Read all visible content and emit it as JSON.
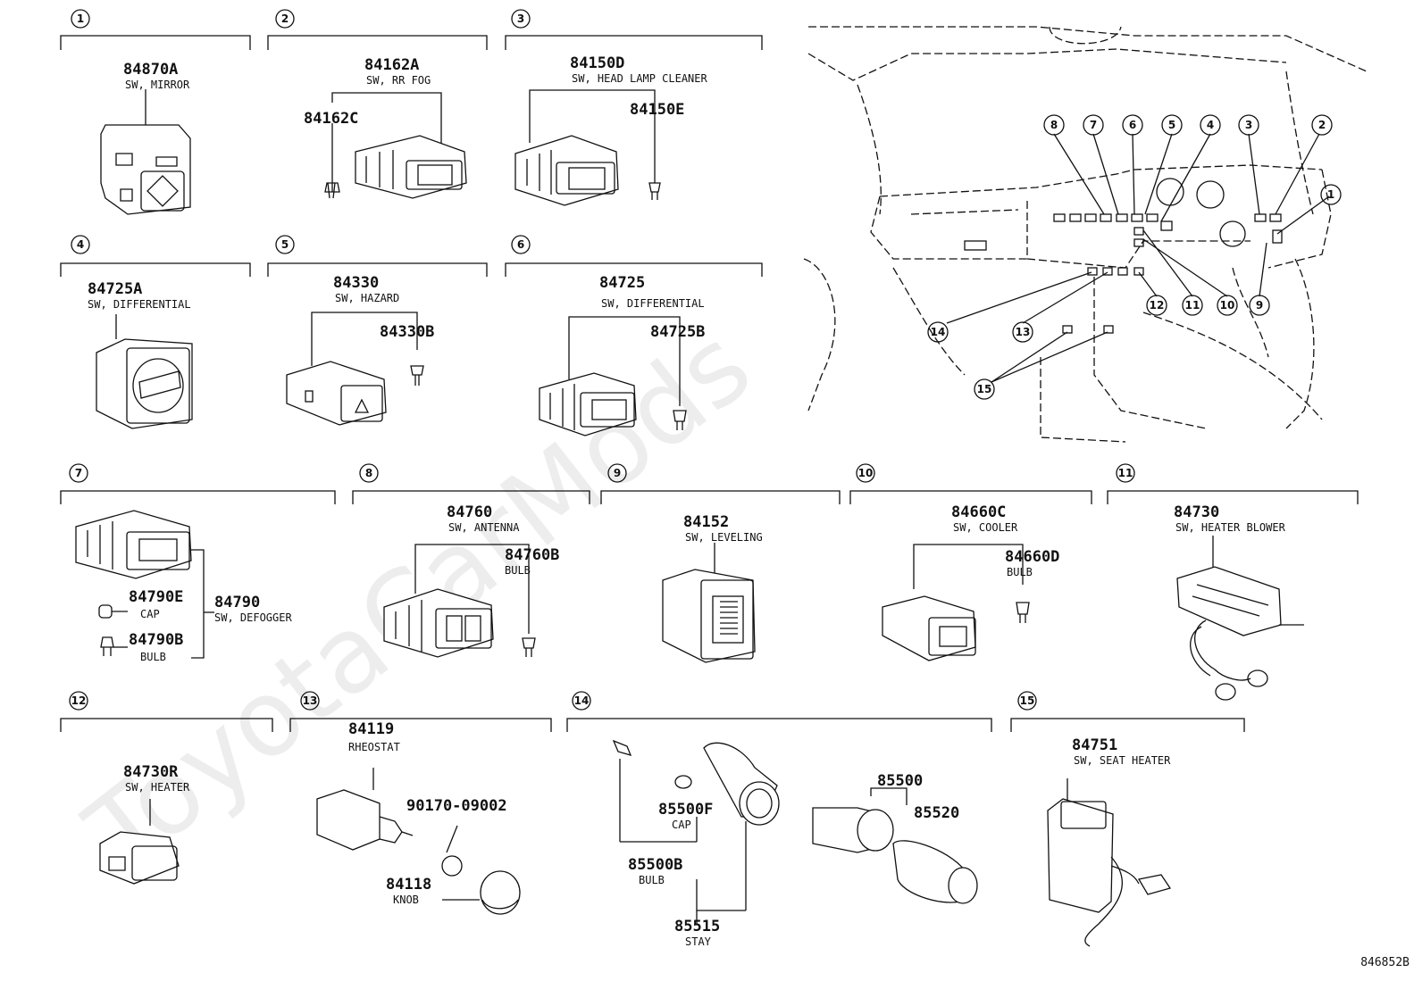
{
  "diagram_code": "846852B",
  "watermark": "ToyotaCarMods",
  "sections": [
    {
      "num": "1",
      "parts": [
        {
          "pn": "84870A",
          "desc": "SW, MIRROR"
        }
      ]
    },
    {
      "num": "2",
      "parts": [
        {
          "pn": "84162A",
          "desc": "SW, RR FOG"
        },
        {
          "pn": "84162C",
          "desc": ""
        }
      ]
    },
    {
      "num": "3",
      "parts": [
        {
          "pn": "84150D",
          "desc": "SW, HEAD LAMP CLEANER"
        },
        {
          "pn": "84150E",
          "desc": ""
        }
      ]
    },
    {
      "num": "4",
      "parts": [
        {
          "pn": "84725A",
          "desc": "SW, DIFFERENTIAL"
        }
      ]
    },
    {
      "num": "5",
      "parts": [
        {
          "pn": "84330",
          "desc": "SW, HAZARD"
        },
        {
          "pn": "84330B",
          "desc": ""
        }
      ]
    },
    {
      "num": "6",
      "parts": [
        {
          "pn": "84725",
          "desc": "SW, DIFFERENTIAL"
        },
        {
          "pn": "84725B",
          "desc": ""
        }
      ]
    },
    {
      "num": "7",
      "parts": [
        {
          "pn": "84790E",
          "desc": "CAP"
        },
        {
          "pn": "84790",
          "desc": "SW, DEFOGGER"
        },
        {
          "pn": "84790B",
          "desc": "BULB"
        }
      ]
    },
    {
      "num": "8",
      "parts": [
        {
          "pn": "84760",
          "desc": "SW, ANTENNA"
        },
        {
          "pn": "84760B",
          "desc": "BULB"
        }
      ]
    },
    {
      "num": "9",
      "parts": [
        {
          "pn": "84152",
          "desc": "SW, LEVELING"
        }
      ]
    },
    {
      "num": "10",
      "parts": [
        {
          "pn": "84660C",
          "desc": "SW, COOLER"
        },
        {
          "pn": "84660D",
          "desc": "BULB"
        }
      ]
    },
    {
      "num": "11",
      "parts": [
        {
          "pn": "84730",
          "desc": "SW, HEATER BLOWER"
        }
      ]
    },
    {
      "num": "12",
      "parts": [
        {
          "pn": "84730R",
          "desc": "SW, HEATER"
        }
      ]
    },
    {
      "num": "13",
      "parts": [
        {
          "pn": "84119",
          "desc": "RHEOSTAT"
        },
        {
          "pn": "90170-09002",
          "desc": ""
        },
        {
          "pn": "84118",
          "desc": "KNOB"
        }
      ]
    },
    {
      "num": "14",
      "parts": [
        {
          "pn": "85500F",
          "desc": "CAP"
        },
        {
          "pn": "85500B",
          "desc": "BULB"
        },
        {
          "pn": "85515",
          "desc": "STAY"
        },
        {
          "pn": "85500",
          "desc": ""
        },
        {
          "pn": "85520",
          "desc": ""
        }
      ]
    },
    {
      "num": "15",
      "parts": [
        {
          "pn": "84751",
          "desc": "SW, SEAT HEATER"
        }
      ]
    }
  ]
}
